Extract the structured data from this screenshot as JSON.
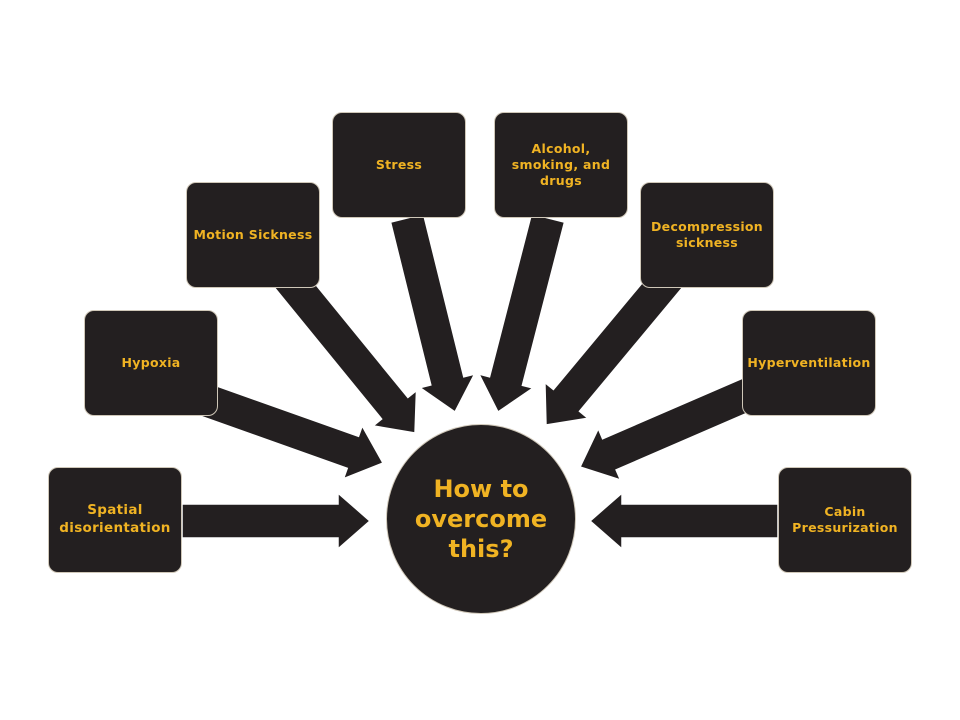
{
  "colors": {
    "box_fill": "#231f20",
    "text": "#f0b323",
    "border": "#cfc7b8",
    "background": "#ffffff"
  },
  "hub": {
    "label": "How to overcome this?"
  },
  "nodes": [
    {
      "label": "Spatial disorientation"
    },
    {
      "label": "Hypoxia"
    },
    {
      "label": "Motion Sickness"
    },
    {
      "label": "Stress"
    },
    {
      "label": "Alcohol, smoking, and drugs"
    },
    {
      "label": "Decompression sickness"
    },
    {
      "label": "Hyperventilation"
    },
    {
      "label": "Cabin Pressurization"
    }
  ]
}
